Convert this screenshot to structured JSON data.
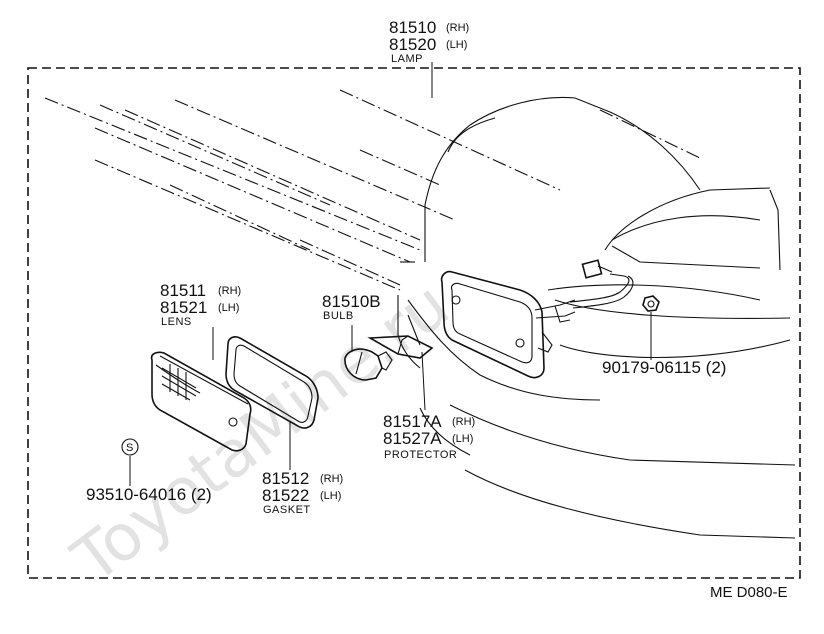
{
  "watermark": "ToyotaMine.ru",
  "diagram_code": "ME D080-E",
  "callouts": {
    "lamp": {
      "line1": "81510",
      "sfx1": "(RH)",
      "line2": "81520",
      "sfx2": "(LH)",
      "caption": "LAMP"
    },
    "lens": {
      "line1": "81511",
      "sfx1": "(RH)",
      "line2": "81521",
      "sfx2": "(LH)",
      "caption": "LENS"
    },
    "bulb": {
      "line1": "81510B",
      "caption": "BULB"
    },
    "screw": {
      "symbol": "S",
      "number": "93510-64016 (2)"
    },
    "gasket": {
      "line1": "81512",
      "sfx1": "(RH)",
      "line2": "81522",
      "sfx2": "(LH)",
      "caption": "GASKET"
    },
    "protector": {
      "line1": "81517A",
      "sfx1": "(RH)",
      "line2": "81527A",
      "sfx2": "(LH)",
      "caption": "PROTECTOR"
    },
    "nut": {
      "number": "90179-06115 (2)"
    }
  }
}
